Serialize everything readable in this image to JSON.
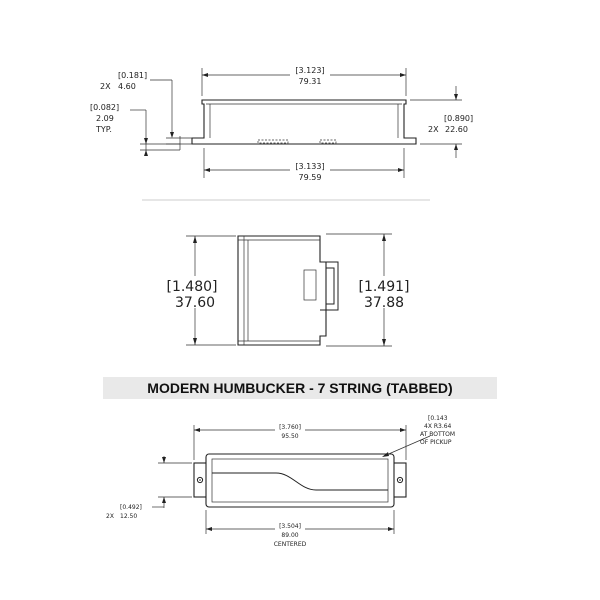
{
  "title": "MODERN HUMBUCKER - 7 STRING (TABBED)",
  "side_view": {
    "overall_length": {
      "in": "[3.123]",
      "mm": "79.31"
    },
    "base_length": {
      "in": "[3.133]",
      "mm": "79.59"
    },
    "tab_thickness": {
      "in": "[0.181]",
      "qty": "2X",
      "mm": "4.60"
    },
    "flange": {
      "in": "[0.082]",
      "mm": "2.09",
      "note": "TYP."
    },
    "height": {
      "in": "[0.890]",
      "qty": "2X",
      "mm": "22.60"
    }
  },
  "end_view": {
    "left_height": {
      "in": "[1.480]",
      "mm": "37.60"
    },
    "right_height": {
      "in": "[1.491]",
      "mm": "37.88"
    }
  },
  "top_view": {
    "mount_spacing": {
      "in": "[3.760]",
      "mm": "95.50"
    },
    "radius_note": {
      "in": "[0.143",
      "line2": "4X R3.64",
      "line3": "AT BOTTOM",
      "line4": "OF PICKUP"
    },
    "tab_width": {
      "in": "[0.492]",
      "qty": "2X",
      "mm": "12.50"
    },
    "body_width": {
      "in": "[3.504]",
      "mm": "89.00",
      "note": "CENTERED"
    }
  }
}
